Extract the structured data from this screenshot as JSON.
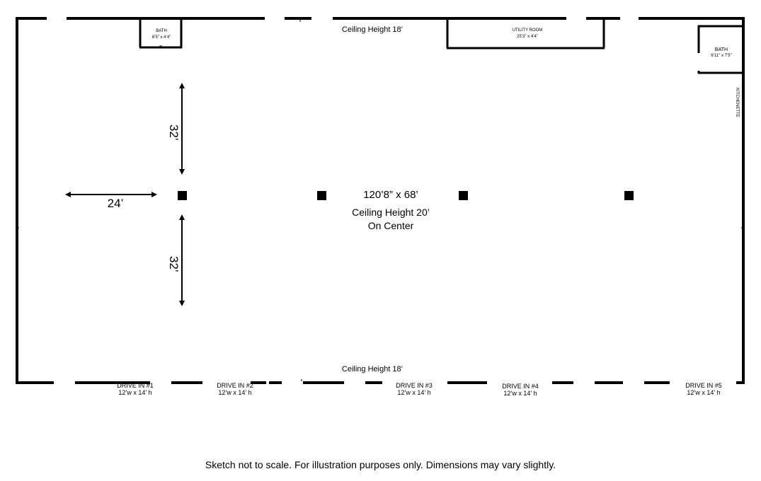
{
  "floor_plan": {
    "main_area": {
      "dimensions": "120’8” x 68’",
      "ceiling_center": "Ceiling  Height 20’",
      "on_center": "On Center"
    },
    "ceiling_top": "Ceiling  Height 18’",
    "ceiling_bottom": "Ceiling  Height 18’",
    "column_spacing": {
      "up": "32’",
      "down": "32’",
      "left": "24’"
    },
    "rooms": [
      {
        "name": "BATH",
        "size": "6’5” x 4’4”"
      },
      {
        "name": "UTILITY ROOM",
        "size": "25’3” x 4’4”"
      },
      {
        "name": "BATH",
        "size": "6’11” x 7’5”"
      }
    ],
    "kitchenette": "KITCHENETTE",
    "doors": [
      {
        "name": "DRIVE IN #1",
        "size": "12’w x 14’ h"
      },
      {
        "name": "DRIVE IN #2",
        "size": "12’w x 14’ h"
      },
      {
        "name": "DRIVE IN #3",
        "size": "12’w x 14’ h"
      },
      {
        "name": "DRIVE IN #4",
        "size": "12’w x 14’ h"
      },
      {
        "name": "DRIVE IN #5",
        "size": "12’w x 14’ h"
      }
    ],
    "note": "Sketch not to scale. For illustration purposes only. Dimensions may vary slightly."
  }
}
